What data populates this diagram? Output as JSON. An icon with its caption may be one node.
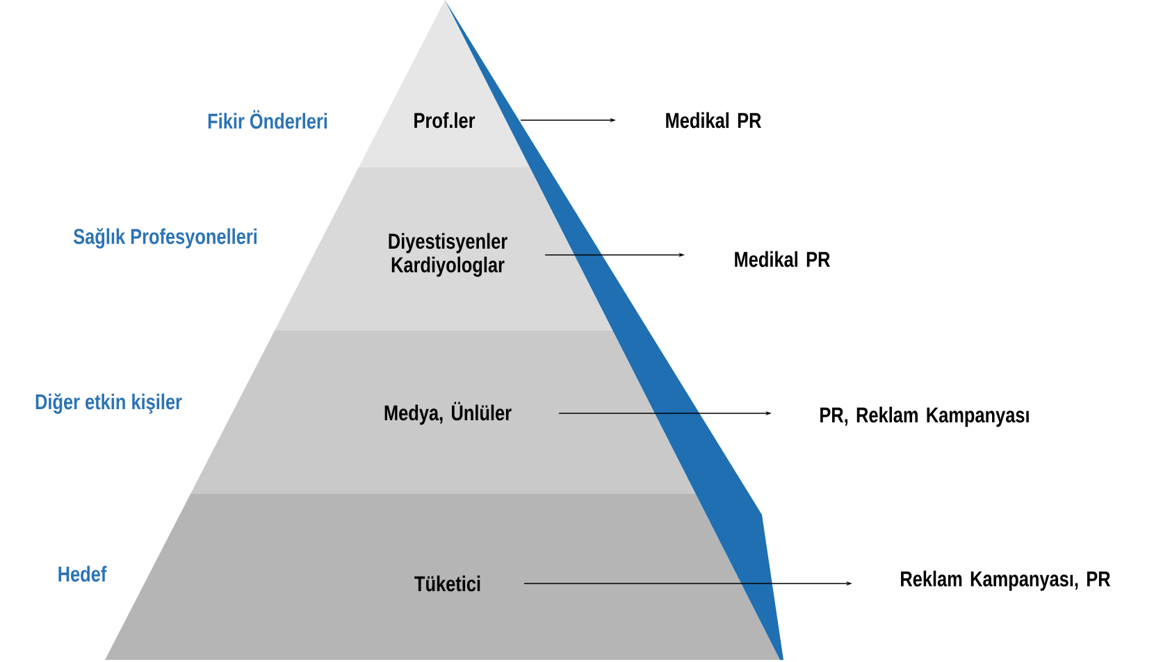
{
  "diagram": {
    "nodes": [
      {
        "text": [
          "Prof.ler"
        ]
      },
      {
        "text": [
          "Medikal PR"
        ]
      },
      {
        "text": [
          "Diyestisyenler Kardiyologlar"
        ]
      },
      {
        "text": [
          "Medikal PR"
        ]
      },
      {
        "text": [
          "Medya, Ünlüler"
        ]
      },
      {
        "text": [
          "PR, Reklam Kampanyası"
        ]
      },
      {
        "text": [
          "Tüketici"
        ]
      },
      {
        "text": [
          "Reklam Kampanyası, PR"
        ]
      }
    ],
    "edges": [
      {
        "from": 0,
        "to": 1,
        "arrow": "to"
      },
      {
        "from": 2,
        "to": 3,
        "arrow": "to"
      },
      {
        "from": 4,
        "to": 5,
        "arrow": "to"
      },
      {
        "from": 6,
        "to": 7,
        "arrow": "to"
      }
    ],
    "labels": [
      "Fikir Önderleri",
      "Sağlık Profesyonelleri",
      "Diğer etkin kişiler",
      "Hedef"
    ]
  }
}
